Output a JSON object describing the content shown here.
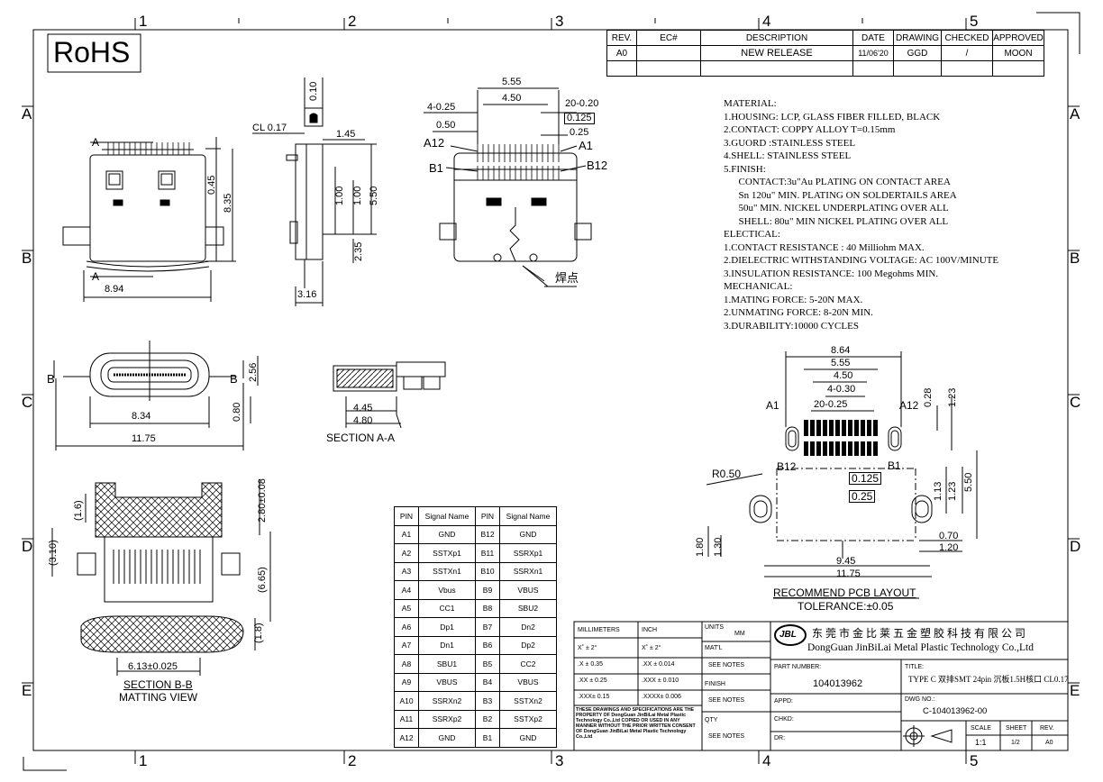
{
  "border": {
    "zones_top": [
      "1",
      "2",
      "3",
      "4",
      "5"
    ],
    "zones_side": [
      "A",
      "B",
      "C",
      "D",
      "E"
    ]
  },
  "rohs": "RoHS",
  "revision_table": {
    "headers": [
      "REV.",
      "EC#",
      "DESCRIPTION",
      "DATE",
      "DRAWING",
      "CHECKED",
      "APPROVED"
    ],
    "row": [
      "A0",
      "",
      "NEW RELEASE",
      "11/06'20",
      "GGD",
      "/",
      "MOON"
    ]
  },
  "notes": {
    "text": "MATERIAL:\n1.HOUSING: LCP, GLASS FIBER FILLED, BLACK\n2.CONTACT: COPPY ALLOY T=0.15mm\n3.GUORD :STAINLESS STEEL\n4.SHELL: STAINLESS STEEL\n5.FINISH:\n      CONTACT:3u\"Au PLATING ON CONTACT AREA\n      Sn 120u\" MIN. PLATING ON SOLDERTAILS AREA\n      50u\" MIN. NICKEL UNDERPLATING OVER ALL\n      SHELL: 80u\" MIN NICKEL PLATING OVER ALL\nELECTICAL:\n1.CONTACT RESISTANCE : 40 Milliohm MAX.\n2.DIELECTRIC WITHSTANDING VOLTAGE: AC 100V/MINUTE\n3.INSULATION RESISTANCE: 100 Megohms MIN.\nMECHANICAL:\n1.MATING FORCE: 5-20N MAX.\n2.UNMATING FORCE: 8-20N MIN.\n3.DURABILITY:10000 CYCLES"
  },
  "views": {
    "front": {
      "dim_width": "8.94",
      "dim_height": "8.35",
      "dim_small": "0.45",
      "section_mark": "A"
    },
    "side": {
      "cl": "CL 0.17",
      "d1": "1.45",
      "d2": "0.10",
      "d3": "1.00",
      "d4": "1.00",
      "d5": "5.50",
      "d6": "2.35",
      "d7": "3.16"
    },
    "top": {
      "d1": "5.55",
      "d2": "4.50",
      "d3": "4-0.25",
      "d4": "20-0.20",
      "d5": "0.50",
      "d6": "0.125",
      "d7": "0.25",
      "a12": "A12",
      "a1": "A1",
      "b1": "B1",
      "b12": "B12",
      "solder": "焊点"
    },
    "rear": {
      "d1": "8.34",
      "d2": "11.75",
      "d3": "2.56",
      "d4": "0.80",
      "mark_b1": "B",
      "mark_b2": "B"
    },
    "section_aa": {
      "d1": "4.45",
      "d2": "4.80",
      "title": "SECTION A-A"
    },
    "section_bb": {
      "d1": "(1.6)",
      "d2": "(3.10)",
      "d3": "2.80±0.08",
      "d4": "(6.65)",
      "d5": "(1.8)",
      "d6": "6.13±0.025",
      "title": "SECTION B-B",
      "subtitle": "MATTING VIEW"
    },
    "pcb": {
      "d1": "8.64",
      "d2": "5.55",
      "d3": "4.50",
      "d4": "4-0.30",
      "d5": "20-0.25",
      "d6": "0.28",
      "d7": "1.23",
      "d8": "A1",
      "d9": "A12",
      "d10": "R0.50",
      "d11": "B12",
      "d12": "B1",
      "d13": "0.125",
      "d14": "0.25",
      "d15": "1.13",
      "d16": "1.23",
      "d17": "5.50",
      "d18": "0.70",
      "d19": "1.20",
      "d20": "1.80",
      "d21": "1.30",
      "d22": "9.45",
      "d23": "11.75",
      "title": "RECOMMEND PCB LAYOUT",
      "tolerance": "TOLERANCE:±0.05"
    }
  },
  "pin_table": {
    "headers": [
      "PIN",
      "Signal Name",
      "PIN",
      "Signal Name"
    ],
    "rows": [
      [
        "A1",
        "GND",
        "B12",
        "GND"
      ],
      [
        "A2",
        "SSTXp1",
        "B11",
        "SSRXp1"
      ],
      [
        "A3",
        "SSTXn1",
        "B10",
        "SSRXn1"
      ],
      [
        "A4",
        "Vbus",
        "B9",
        "VBUS"
      ],
      [
        "A5",
        "CC1",
        "B8",
        "SBU2"
      ],
      [
        "A6",
        "Dp1",
        "B7",
        "Dn2"
      ],
      [
        "A7",
        "Dn1",
        "B6",
        "Dp2"
      ],
      [
        "A8",
        "SBU1",
        "B5",
        "CC2"
      ],
      [
        "A9",
        "VBUS",
        "B4",
        "VBUS"
      ],
      [
        "A10",
        "SSRXn2",
        "B3",
        "SSTXn2"
      ],
      [
        "A11",
        "SSRXp2",
        "B2",
        "SSTXp2"
      ],
      [
        "A12",
        "GND",
        "B1",
        "GND"
      ]
    ]
  },
  "title_block": {
    "millimeters": "MILLIMETERS",
    "inch": "INCH",
    "units": "UNITS",
    "units_val": "MM",
    "tol_mm": [
      "X˚ ± 2°",
      ".X  ± 0.35",
      ".XX ± 0.25",
      ".XXX± 0.15"
    ],
    "tol_in": [
      "X˚ ± 2°",
      ".XX  ± 0.014",
      ".XXX ± 0.010",
      ".XXXX± 0.006"
    ],
    "matl": "MAT'L",
    "see_notes1": "SEE NOTES",
    "finish": "FINISH",
    "see_notes2": "SEE NOTES",
    "qty": "QTY",
    "see_notes3": "SEE NOTES",
    "disclaimer": "THESE DRAWINGS AND SPECIFICATIONS ARE THE PROPERTY OF DongGuan JinBiLai Metal Plastic Technology Co.,Ltd COPIED OR USED IN ANY MANNER WITHOUT THE PRIOR WRITTEN CONSENT OF DongGuan JinBiLai Metal Plastic Technology Co.,Ltd",
    "company_cn": "东 莞 市 金 比 莱 五 金 塑 胶 科 技 有 限 公 司",
    "company_en": "DongGuan JinBiLai Metal Plastic Technology Co.,Ltd",
    "logo_text": "JBL",
    "part_number_label": "PART NUMBER:",
    "part_number": "104013962",
    "title_label": "TITLE:",
    "title": "TYPE C 双排SMT 24pin 沉板1.5H核口 CL0.17",
    "appd": "APPD:",
    "chkd": "CHKD:",
    "dr": "DR:",
    "dwg_no_label": "DWG NO.:",
    "dwg_no": "C-104013962-00",
    "scale_label": "SCALE",
    "scale": "1:1",
    "sheet_label": "SHEET",
    "sheet": "1/2",
    "rev_label": "REV.",
    "rev": "A0"
  }
}
